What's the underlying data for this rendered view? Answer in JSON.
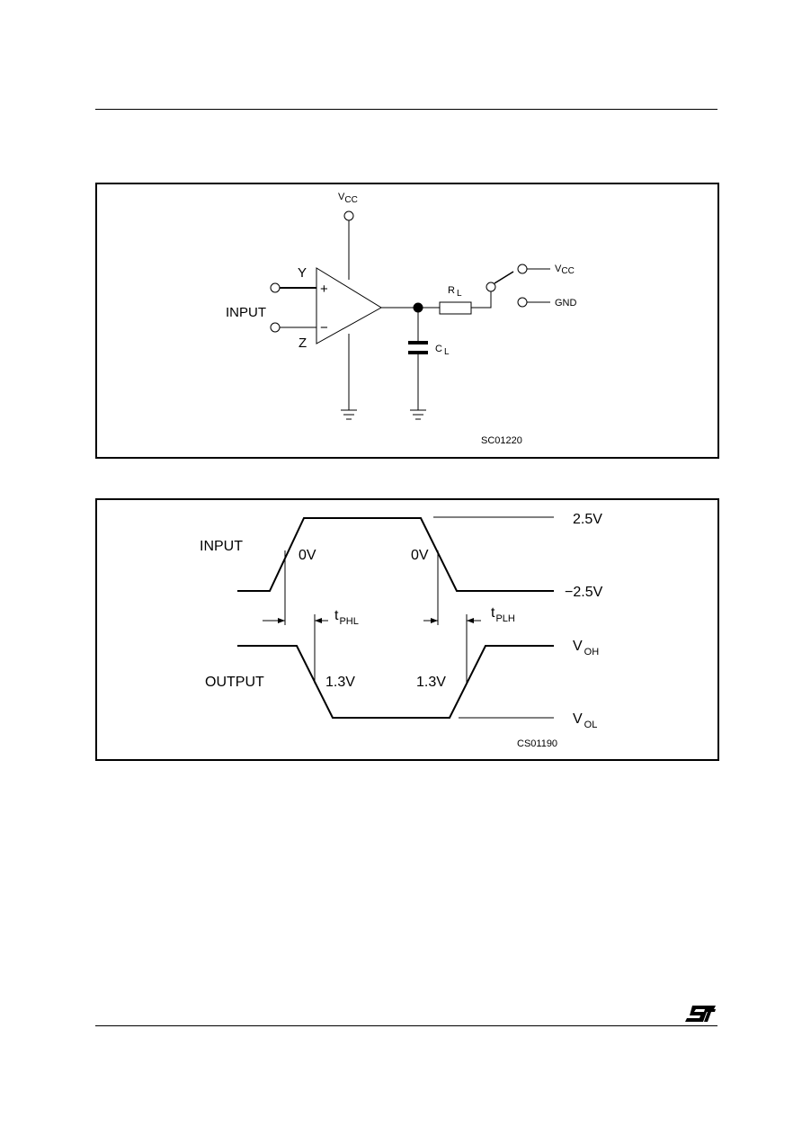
{
  "circuit": {
    "vcc_top": "V",
    "vcc_top_sub": "CC",
    "y": "Y",
    "z": "Z",
    "plus": "+",
    "minus": "−",
    "input": "INPUT",
    "rl": "R",
    "rl_sub": "L",
    "cl": "C",
    "cl_sub": "L",
    "vcc_right": "V",
    "vcc_right_sub": "CC",
    "gnd": "GND",
    "code": "SC01220"
  },
  "timing": {
    "input": "INPUT",
    "output": "OUTPUT",
    "v25": "2.5V",
    "vneg25": "−2.5V",
    "zero_left": "0V",
    "zero_right": "0V",
    "tphl": "t",
    "tphl_sub": "PHL",
    "tplh": "t",
    "tplh_sub": "PLH",
    "v13_left": "1.3V",
    "v13_right": "1.3V",
    "voh": "V",
    "voh_sub": "OH",
    "vol": "V",
    "vol_sub": "OL",
    "code": "CS01190"
  },
  "brand": {
    "logo": "ST"
  }
}
